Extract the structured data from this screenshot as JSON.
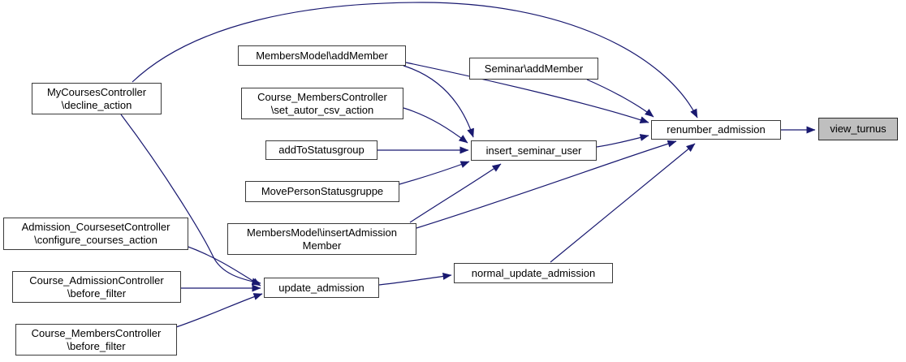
{
  "diagram": {
    "type": "call-graph",
    "direction": "left-to-right",
    "colors": {
      "background": "#ffffff",
      "edge": "#191970",
      "node_border": "#3a3a3a",
      "node_fill": "#ffffff",
      "highlight_node_fill": "#bfbfbf",
      "text": "#000000"
    },
    "nodes": [
      {
        "id": "mycourses_decline_action",
        "label": "MyCoursesController\n\\decline_action",
        "highlighted": false
      },
      {
        "id": "membersmodel_addmember",
        "label": "MembersModel\\addMember",
        "highlighted": false
      },
      {
        "id": "course_members_set_autor_csv_action",
        "label": "Course_MembersController\n\\set_autor_csv_action",
        "highlighted": false
      },
      {
        "id": "addtostatusgroup",
        "label": "addToStatusgroup",
        "highlighted": false
      },
      {
        "id": "movepersonstatusgruppe",
        "label": "MovePersonStatusgruppe",
        "highlighted": false
      },
      {
        "id": "membersmodel_insertadmissionmember",
        "label": "MembersModel\\insertAdmission\nMember",
        "highlighted": false
      },
      {
        "id": "admission_courseset_configure_courses_action",
        "label": "Admission_CoursesetController\n\\configure_courses_action",
        "highlighted": false
      },
      {
        "id": "course_admission_before_filter",
        "label": "Course_AdmissionController\n\\before_filter",
        "highlighted": false
      },
      {
        "id": "update_admission",
        "label": "update_admission",
        "highlighted": false
      },
      {
        "id": "course_members_before_filter",
        "label": "Course_MembersController\n\\before_filter",
        "highlighted": false
      },
      {
        "id": "normal_update_admission",
        "label": "normal_update_admission",
        "highlighted": false
      },
      {
        "id": "seminar_addmember",
        "label": "Seminar\\addMember",
        "highlighted": false
      },
      {
        "id": "insert_seminar_user",
        "label": "insert_seminar_user",
        "highlighted": false
      },
      {
        "id": "renumber_admission",
        "label": "renumber_admission",
        "highlighted": false
      },
      {
        "id": "view_turnus",
        "label": "view_turnus",
        "highlighted": true
      }
    ],
    "edges": [
      {
        "from": "mycourses_decline_action",
        "to": "renumber_admission"
      },
      {
        "from": "mycourses_decline_action",
        "to": "update_admission"
      },
      {
        "from": "membersmodel_addmember",
        "to": "insert_seminar_user"
      },
      {
        "from": "membersmodel_addmember",
        "to": "renumber_admission"
      },
      {
        "from": "course_members_set_autor_csv_action",
        "to": "insert_seminar_user"
      },
      {
        "from": "addtostatusgroup",
        "to": "insert_seminar_user"
      },
      {
        "from": "movepersonstatusgruppe",
        "to": "insert_seminar_user"
      },
      {
        "from": "membersmodel_insertadmissionmember",
        "to": "insert_seminar_user"
      },
      {
        "from": "membersmodel_insertadmissionmember",
        "to": "renumber_admission"
      },
      {
        "from": "seminar_addmember",
        "to": "renumber_admission"
      },
      {
        "from": "insert_seminar_user",
        "to": "renumber_admission"
      },
      {
        "from": "admission_courseset_configure_courses_action",
        "to": "update_admission"
      },
      {
        "from": "course_admission_before_filter",
        "to": "update_admission"
      },
      {
        "from": "course_members_before_filter",
        "to": "update_admission"
      },
      {
        "from": "update_admission",
        "to": "normal_update_admission"
      },
      {
        "from": "normal_update_admission",
        "to": "renumber_admission"
      },
      {
        "from": "renumber_admission",
        "to": "view_turnus"
      }
    ]
  }
}
